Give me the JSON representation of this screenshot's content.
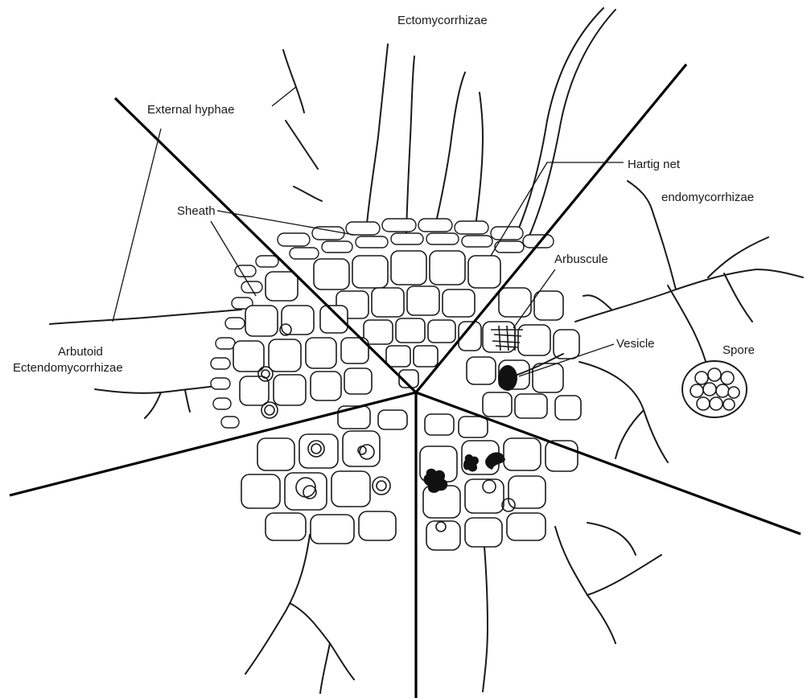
{
  "labels": {
    "ectomycorrhizae": "Ectomycorrhizae",
    "external_hyphae": "External hyphae",
    "hartig_net": "Hartig net",
    "endomycorrhizae": "endomycorrhizae",
    "sheath": "Sheath",
    "arbuscule": "Arbuscule",
    "vesicle": "Vesicle",
    "spore": "Spore",
    "arbutoid_line1": "Arbutoid",
    "arbutoid_line2": "Ectendomycorrhizae"
  }
}
